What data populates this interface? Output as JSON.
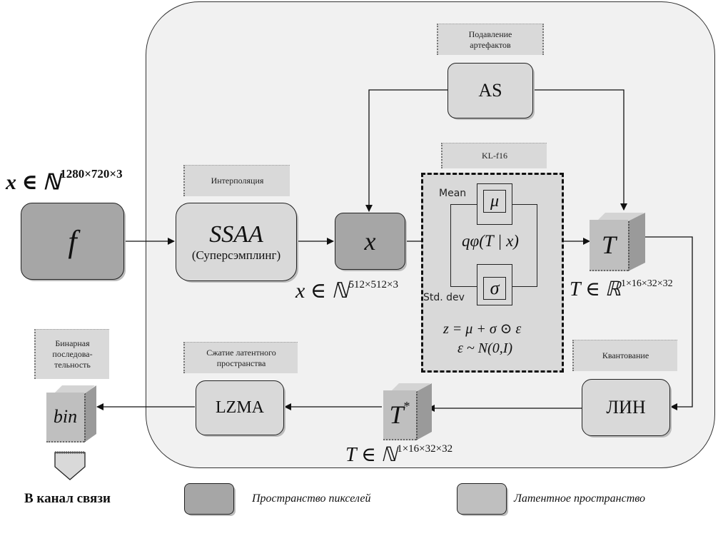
{
  "colors": {
    "pixel_space": "#a6a6a6",
    "latent_space": "#d9d9d9",
    "container_bg": "#f1f1f1",
    "line": "#111111"
  },
  "input": {
    "label_main": "x ∈ ℕ",
    "label_sup": "1280×720×3",
    "block_symbol": "f"
  },
  "ssaa": {
    "tag": "Интерполяция",
    "title": "SSAA",
    "subtitle": "(Суперсэмплинг)"
  },
  "x_block": {
    "symbol": "x",
    "label_main": "x ∈ ℕ",
    "label_sup": "512×512×3"
  },
  "as_block": {
    "tag_line1": "Подавление",
    "tag_line2": "артефактов",
    "title": "AS"
  },
  "kl": {
    "tag": "KL-f16",
    "mean_label": "Mean",
    "mu": "μ",
    "q_label": "qφ(T | x)",
    "sigma": "σ",
    "std_label": "Std. dev",
    "eq1": "z = μ + σ ⊙ ε",
    "eq2": "ε ~ N(0,I)"
  },
  "t_block": {
    "symbol": "T",
    "label_main": "T ∈ ℝ",
    "label_sup": "1×16×32×32"
  },
  "quant": {
    "tag": "Квантование",
    "title": "ЛИН"
  },
  "t_star": {
    "symbol": "T",
    "star": "*",
    "label_main": "T ∈ ℕ",
    "label_sup": "1×16×32×32"
  },
  "lzma": {
    "tag_line1": "Сжатие латентного",
    "tag_line2": "пространства",
    "title": "LZMA"
  },
  "bin": {
    "tag_line1": "Бинарная",
    "tag_line2": "последова-",
    "tag_line3": "тельность",
    "symbol": "bin",
    "channel_label": "В канал связи"
  },
  "legend": {
    "items": [
      {
        "label": "Пространство пикселей",
        "kind": "pixel"
      },
      {
        "label": "Латентное пространство",
        "kind": "latent"
      }
    ]
  }
}
